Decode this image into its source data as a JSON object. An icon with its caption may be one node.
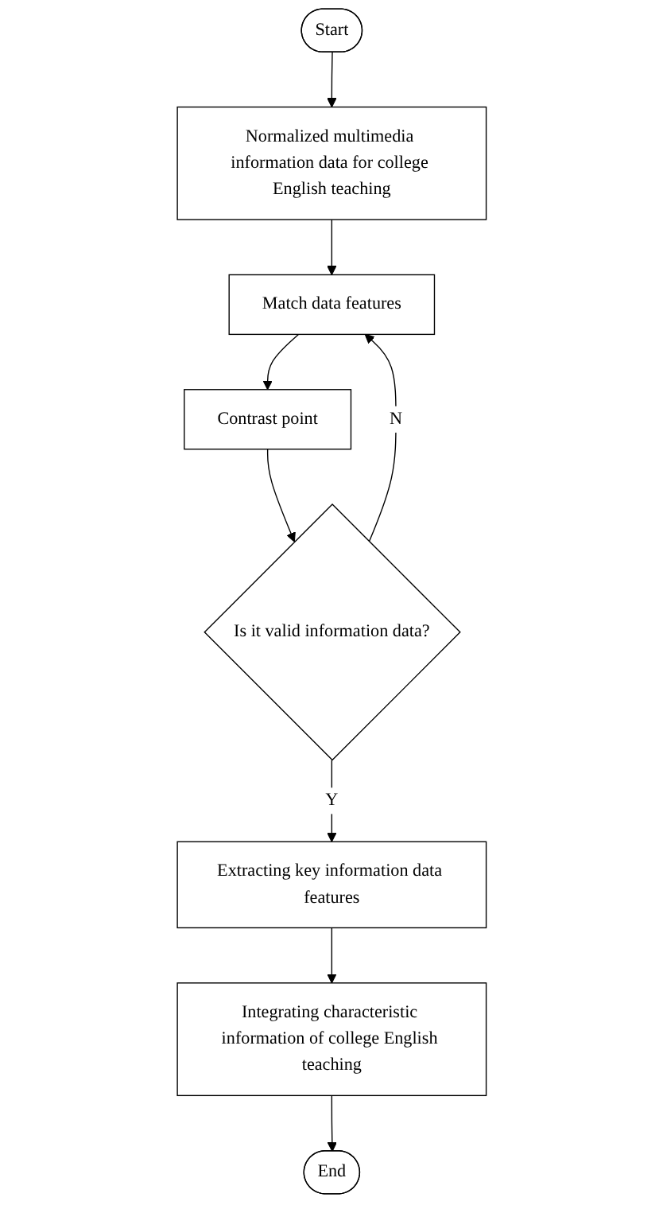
{
  "diagram": {
    "nodes": [
      {
        "text": [
          "Start"
        ]
      },
      {
        "text": [
          "Normalized multimedia information data for college English teaching"
        ]
      },
      {
        "text": [
          "Match data features"
        ]
      },
      {
        "text": [
          "Contrast point"
        ]
      },
      {
        "text": [
          "Is it valid information data?"
        ]
      },
      {
        "text": [
          "Extracting key information data features"
        ]
      },
      {
        "text": [
          "Integrating characteristic information of college English teaching"
        ]
      },
      {
        "text": [
          "End"
        ]
      }
    ],
    "edges": [
      {
        "from": 0,
        "to": 1,
        "arrow": "to"
      },
      {
        "from": 1,
        "to": 2,
        "arrow": "to"
      },
      {
        "from": 2,
        "to": 3,
        "arrow": "to"
      },
      {
        "from": 3,
        "to": 4,
        "arrow": "to"
      },
      {
        "from": 4,
        "to": 5,
        "label": "Y",
        "arrow": "to"
      },
      {
        "from": 4,
        "to": 2,
        "label": "N",
        "arrow": "to"
      },
      {
        "from": 5,
        "to": 6,
        "arrow": "to"
      },
      {
        "from": 6,
        "to": 7,
        "arrow": "to"
      }
    ]
  }
}
